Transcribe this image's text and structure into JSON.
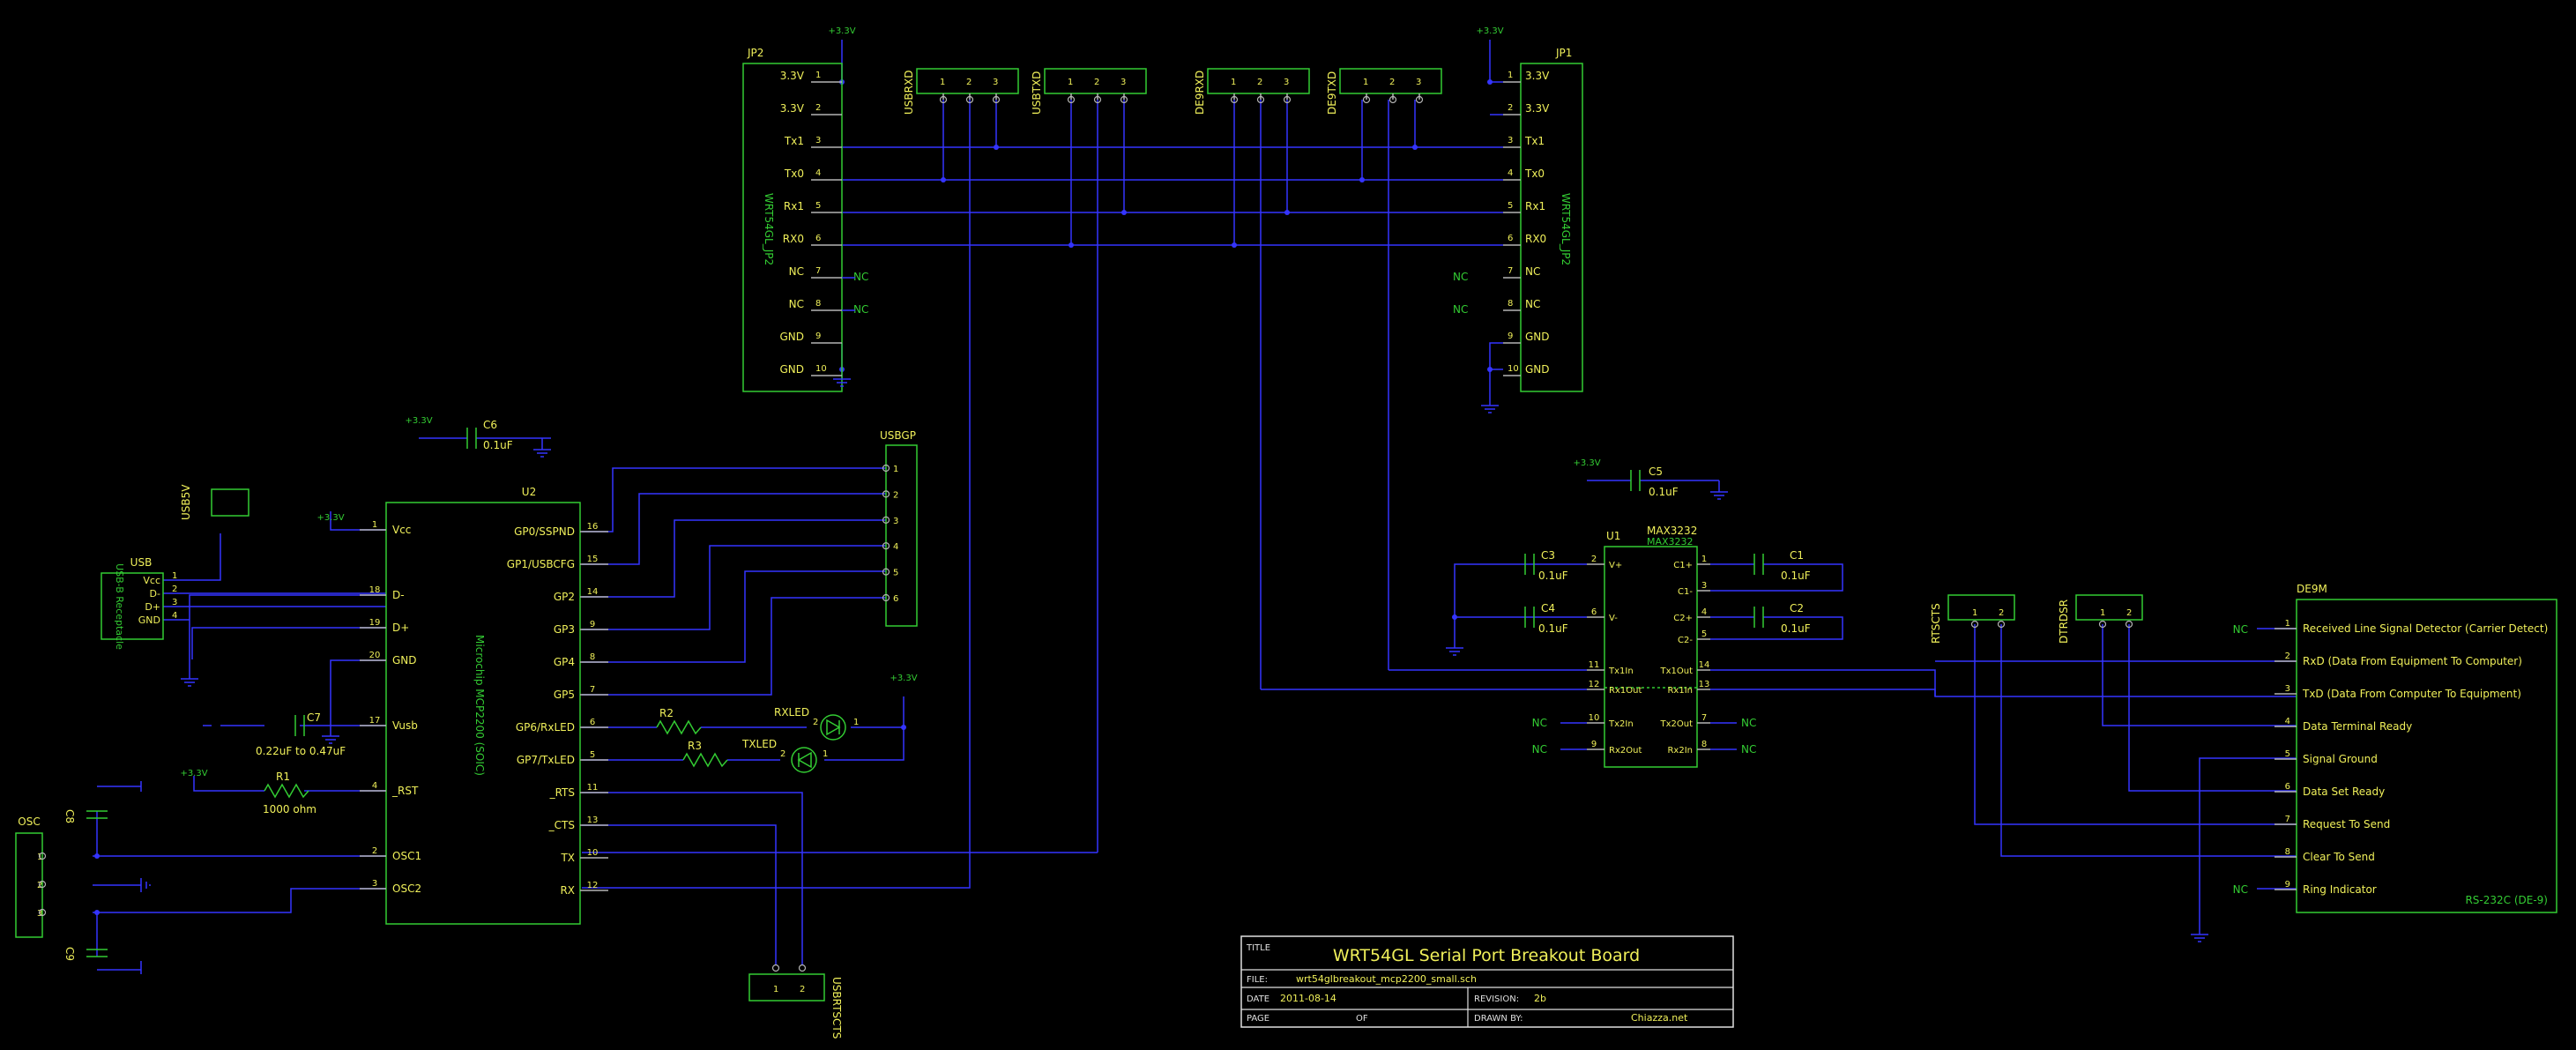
{
  "colors": {
    "background": "#000000",
    "wire": "#3434ff",
    "part_outline": "#33cc33",
    "pin": "#b4b4b4",
    "text_yellow": "#f0f05a",
    "text_green": "#33cc33"
  },
  "jp2": {
    "ref": "JP2",
    "value": "WRT54GL_JP2",
    "pins": [
      {
        "num": "1",
        "label": "3.3V"
      },
      {
        "num": "2",
        "label": "3.3V"
      },
      {
        "num": "3",
        "label": "Tx1"
      },
      {
        "num": "4",
        "label": "Tx0"
      },
      {
        "num": "5",
        "label": "Rx1"
      },
      {
        "num": "6",
        "label": "RX0"
      },
      {
        "num": "7",
        "label": "NC"
      },
      {
        "num": "8",
        "label": "NC"
      },
      {
        "num": "9",
        "label": "GND"
      },
      {
        "num": "10",
        "label": "GND"
      }
    ]
  },
  "jp1": {
    "ref": "JP1",
    "value": "WRT54GL_JP2",
    "pins": [
      {
        "num": "1",
        "label": "3.3V"
      },
      {
        "num": "2",
        "label": "3.3V"
      },
      {
        "num": "3",
        "label": "Tx1"
      },
      {
        "num": "4",
        "label": "Tx0"
      },
      {
        "num": "5",
        "label": "Rx1"
      },
      {
        "num": "6",
        "label": "RX0"
      },
      {
        "num": "7",
        "label": "NC"
      },
      {
        "num": "8",
        "label": "NC"
      },
      {
        "num": "9",
        "label": "GND"
      },
      {
        "num": "10",
        "label": "GND"
      }
    ]
  },
  "power_label": "+3.3V",
  "nc_label": "NC",
  "jumpers_top": [
    {
      "name": "USBRXD",
      "pins": [
        "1",
        "2",
        "3"
      ]
    },
    {
      "name": "USBTXD",
      "pins": [
        "1",
        "2",
        "3"
      ]
    },
    {
      "name": "DE9RXD",
      "pins": [
        "1",
        "2",
        "3"
      ]
    },
    {
      "name": "DE9TXD",
      "pins": [
        "1",
        "2",
        "3"
      ]
    }
  ],
  "u2": {
    "ref": "U2",
    "value": "Microchip MCP2200 (SOIC)",
    "left_pins": [
      {
        "num": "1",
        "label": "Vcc"
      },
      {
        "num": "18",
        "label": "D-"
      },
      {
        "num": "19",
        "label": "D+"
      },
      {
        "num": "20",
        "label": "GND"
      },
      {
        "num": "17",
        "label": "Vusb"
      },
      {
        "num": "4",
        "label": "_RST"
      },
      {
        "num": "2",
        "label": "OSC1"
      },
      {
        "num": "3",
        "label": "OSC2"
      }
    ],
    "right_pins": [
      {
        "num": "16",
        "label": "GP0/SSPND"
      },
      {
        "num": "15",
        "label": "GP1/USBCFG"
      },
      {
        "num": "14",
        "label": "GP2"
      },
      {
        "num": "9",
        "label": "GP3"
      },
      {
        "num": "8",
        "label": "GP4"
      },
      {
        "num": "7",
        "label": "GP5"
      },
      {
        "num": "6",
        "label": "GP6/RxLED"
      },
      {
        "num": "5",
        "label": "GP7/TxLED"
      },
      {
        "num": "11",
        "label": "_RTS"
      },
      {
        "num": "13",
        "label": "_CTS"
      },
      {
        "num": "10",
        "label": "TX"
      },
      {
        "num": "12",
        "label": "RX"
      }
    ]
  },
  "usbgp": {
    "ref": "USBGP",
    "pins": [
      "1",
      "2",
      "3",
      "4",
      "5",
      "6"
    ]
  },
  "usb": {
    "ref": "USB",
    "value": "USB-B Receptacle",
    "pins": [
      {
        "num": "1",
        "label": "Vcc"
      },
      {
        "num": "2",
        "label": "D-"
      },
      {
        "num": "3",
        "label": "D+"
      },
      {
        "num": "4",
        "label": "GND"
      }
    ]
  },
  "usb5v": {
    "ref": "USB5V"
  },
  "osc": {
    "ref": "OSC",
    "pins": [
      "1",
      "2",
      "3"
    ]
  },
  "c6": {
    "ref": "C6",
    "value": "0.1uF"
  },
  "c7": {
    "ref": "C7",
    "value": "0.22uF to 0.47uF"
  },
  "c8": {
    "ref": "C8"
  },
  "c9": {
    "ref": "C9"
  },
  "r1": {
    "ref": "R1",
    "value": "1000 ohm"
  },
  "r2": {
    "ref": "R2"
  },
  "r3": {
    "ref": "R3"
  },
  "rxled": {
    "ref": "RXLED",
    "pin_a": "2",
    "pin_k": "1"
  },
  "txled": {
    "ref": "TXLED",
    "pin_a": "2",
    "pin_k": "1"
  },
  "usbrtscts": {
    "ref": "USBRTSCTS",
    "pins": [
      "1",
      "2"
    ]
  },
  "u1": {
    "ref": "U1",
    "value": "MAX3232",
    "left_pins": [
      {
        "num": "2",
        "label": "V+"
      },
      {
        "num": "6",
        "label": "V-"
      },
      {
        "num": "11",
        "label": "Tx1In"
      },
      {
        "num": "12",
        "label": "Rx1Out"
      },
      {
        "num": "10",
        "label": "Tx2In"
      },
      {
        "num": "9",
        "label": "Rx2Out"
      }
    ],
    "right_pins": [
      {
        "num": "1",
        "label": "C1+"
      },
      {
        "num": "3",
        "label": "C1-"
      },
      {
        "num": "4",
        "label": "C2+"
      },
      {
        "num": "5",
        "label": "C2-"
      },
      {
        "num": "14",
        "label": "Tx1Out"
      },
      {
        "num": "13",
        "label": "Rx1In"
      },
      {
        "num": "7",
        "label": "Tx2Out"
      },
      {
        "num": "8",
        "label": "Rx2In"
      }
    ]
  },
  "c5": {
    "ref": "C5",
    "value": "0.1uF"
  },
  "c3": {
    "ref": "C3",
    "value": "0.1uF"
  },
  "c4": {
    "ref": "C4",
    "value": "0.1uF"
  },
  "c1": {
    "ref": "C1",
    "value": "0.1uF"
  },
  "c2": {
    "ref": "C2",
    "value": "0.1uF"
  },
  "rtscts": {
    "ref": "RTSCTS",
    "pins": [
      "1",
      "2"
    ]
  },
  "dtrdsr": {
    "ref": "DTRDSR",
    "pins": [
      "1",
      "2"
    ]
  },
  "de9m": {
    "ref": "DE9M",
    "value": "RS-232C (DE-9)",
    "pins": [
      {
        "num": "1",
        "label": "Received Line Signal Detector (Carrier Detect)"
      },
      {
        "num": "2",
        "label": "RxD (Data From Equipment To Computer)"
      },
      {
        "num": "3",
        "label": "TxD (Data From Computer To Equipment)"
      },
      {
        "num": "4",
        "label": "Data Terminal Ready"
      },
      {
        "num": "5",
        "label": "Signal Ground"
      },
      {
        "num": "6",
        "label": "Data Set Ready"
      },
      {
        "num": "7",
        "label": "Request To Send"
      },
      {
        "num": "8",
        "label": "Clear To Send"
      },
      {
        "num": "9",
        "label": "Ring Indicator"
      }
    ]
  },
  "title_block": {
    "title_label": "TITLE",
    "title": "WRT54GL Serial Port Breakout Board",
    "file_label": "FILE:",
    "file": "wrt54glbreakout_mcp2200_small.sch",
    "date_label": "DATE",
    "date": "2011-08-14",
    "revision_label": "REVISION:",
    "revision": "2b",
    "page_label": "PAGE",
    "of_label": "OF",
    "drawn_by_label": "DRAWN BY:",
    "drawn_by": "Chiazza.net"
  }
}
